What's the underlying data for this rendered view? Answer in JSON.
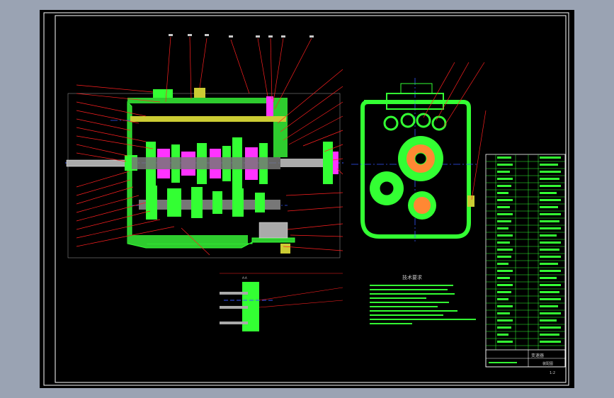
{
  "drawing": {
    "notes_heading": "技术要求",
    "view_label": "A-A",
    "title_block_name": "变速器",
    "title_block_sheet": "装配图",
    "title_block_scale": "1:2",
    "colors": {
      "background": "#9aa3b3",
      "sheet": "#000000",
      "border": "#ffffff",
      "outline": "#33ff33",
      "leader": "#ff2020",
      "centerline": "#3355ff",
      "hidden": "#ffff33",
      "accent": "#ff33ff"
    }
  }
}
